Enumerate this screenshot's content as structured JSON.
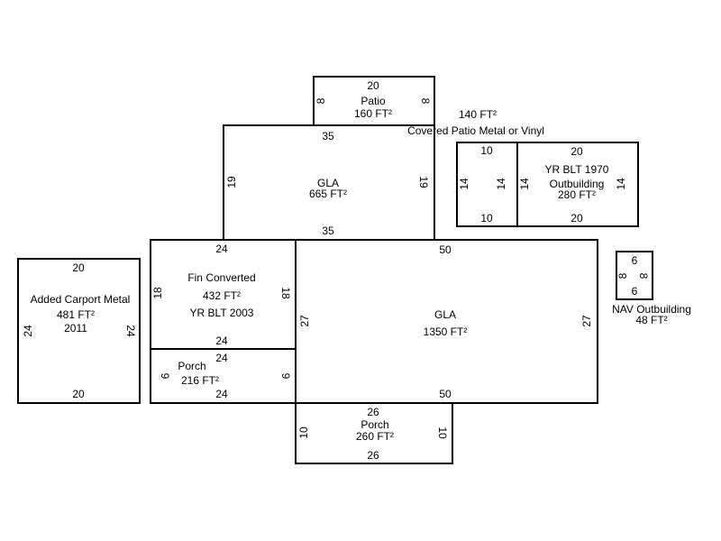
{
  "patio": {
    "top": "20",
    "label": "Patio",
    "area": "160 FT²",
    "left": "8",
    "right": "8"
  },
  "covered_patio": {
    "area": "140 FT²",
    "label": "Covered Patio Metal or Vinyl",
    "top": "10",
    "bottom": "10",
    "left": "14",
    "right": "14"
  },
  "outbuilding": {
    "top": "20",
    "year": "YR BLT 1970",
    "label": "Outbuilding",
    "area": "280 FT²",
    "left": "14",
    "right": "14",
    "bottom": "20"
  },
  "gla_upper": {
    "top": "35",
    "label": "GLA",
    "area": "665 FT²",
    "left": "19",
    "right": "19",
    "bottom": "35"
  },
  "fin_converted": {
    "top": "24",
    "label": "Fin Converted",
    "area": "432 FT²",
    "year": "YR BLT 2003",
    "left": "18",
    "right": "18",
    "bottom": "24"
  },
  "porch_left": {
    "top": "24",
    "label": "Porch",
    "area": "216 FT²",
    "left": "9",
    "right": "9",
    "bottom": "24"
  },
  "gla_main": {
    "top": "50",
    "label": "GLA",
    "area": "1350 FT²",
    "left": "27",
    "right": "27",
    "bottom": "50"
  },
  "porch_bottom": {
    "top": "26",
    "label": "Porch",
    "area": "260 FT²",
    "left": "10",
    "right": "10",
    "bottom": "26"
  },
  "carport": {
    "top": "20",
    "label": "Added Carport Metal",
    "area": "481 FT²",
    "year": "2011",
    "left": "24",
    "right": "24",
    "bottom": "20"
  },
  "nav_outbuilding": {
    "top": "6",
    "left": "8",
    "right": "8",
    "bottom": "6",
    "label": "NAV Outbuilding",
    "area": "48 FT²"
  }
}
